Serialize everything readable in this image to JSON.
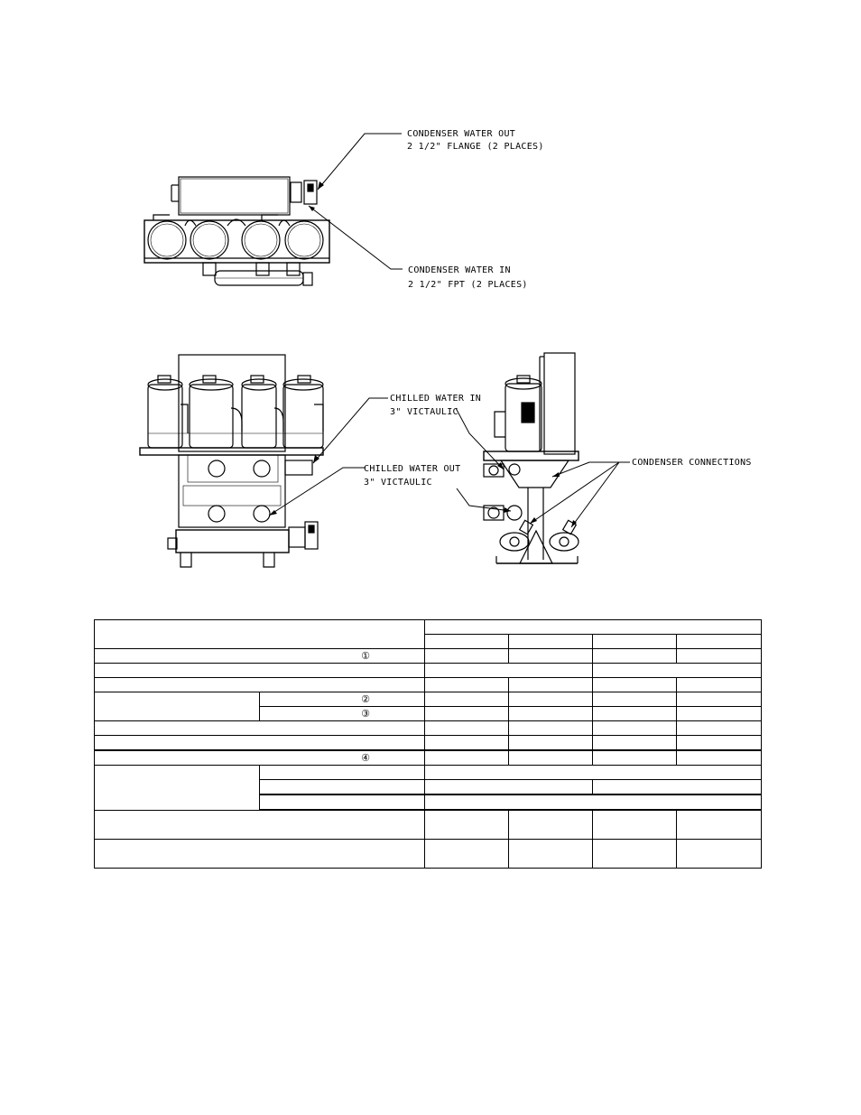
{
  "callouts": {
    "condenser_water_out": [
      "CONDENSER WATER OUT",
      "2 1/2\" FLANGE (2 PLACES)"
    ],
    "condenser_water_in": [
      "CONDENSER WATER IN",
      "2 1/2\" FPT  (2 PLACES)"
    ],
    "chilled_water_in": [
      "CHILLED WATER IN",
      "3\" VICTAULIC"
    ],
    "chilled_water_out": [
      "CHILLED WATER OUT",
      "3\" VICTAULIC"
    ],
    "condenser_connections": "CONDENSER CONNECTIONS"
  },
  "table": {
    "notes": [
      "①",
      "②",
      "③",
      "④"
    ]
  }
}
